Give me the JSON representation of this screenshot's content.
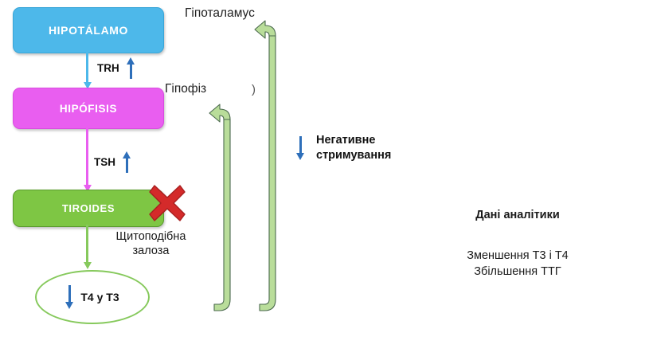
{
  "diagram": {
    "title_visible": false,
    "colors": {
      "hypothalamus": "#4db8ea",
      "hypophysis": "#e95ef0",
      "thyroid": "#7ec644",
      "feedback_arrow_fill": "#b9dd9a",
      "feedback_arrow_stroke": "#4b6a4e",
      "indicator_arrow": "#2e6fba",
      "block_marker": "#d42a2a"
    }
  },
  "boxes": {
    "hypothalamus": {
      "label": "HIPOTÁLAMO"
    },
    "hypophysis": {
      "label": "HIPÓFISIS"
    },
    "thyroid": {
      "label": "TIROIDES"
    }
  },
  "hormones": {
    "trh": {
      "label": "TRH",
      "trend": "up"
    },
    "tsh": {
      "label": "TSH",
      "trend": "up"
    },
    "output": {
      "label": "T4 y T3",
      "trend": "down"
    }
  },
  "captions": {
    "hypothalamus": "Гіпоталамус",
    "hypophysis": "Гіпофіз",
    "thyroid_gland_line1": "Щитоподібна",
    "thyroid_gland_line2": "залоза",
    "stray_glyph": ")"
  },
  "feedback": {
    "note_line1": "Негативне",
    "note_line2": "стримування",
    "trend": "down"
  },
  "lab_panel": {
    "heading": "Дані аналітики",
    "finding_line1": "Зменшення Т3 і Т4",
    "finding_line2": "Збільшення ТТГ"
  },
  "markers": {
    "thyroid_blocked": "red-x"
  }
}
